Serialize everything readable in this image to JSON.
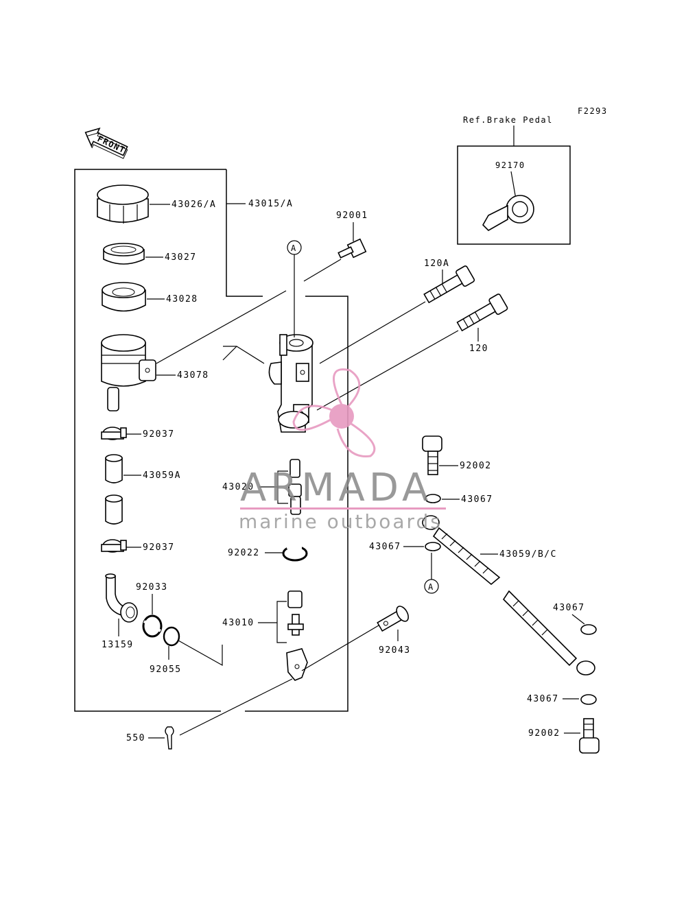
{
  "figure_code": "F2293",
  "front_label": "FRONT",
  "ref_label": "Ref.Brake Pedal",
  "callout_letter": "A",
  "parts": {
    "p43026A": "43026/A",
    "p43015A": "43015/A",
    "p43027": "43027",
    "p43028": "43028",
    "p43078": "43078",
    "p92037a": "92037",
    "p43059A": "43059A",
    "p92037b": "92037",
    "p92033": "92033",
    "p13159": "13159",
    "p92055": "92055",
    "p550": "550",
    "p92001": "92001",
    "p120A": "120A",
    "p120": "120",
    "p43020": "43020",
    "p92022": "92022",
    "p43010": "43010",
    "p92043": "92043",
    "p92170": "92170",
    "p92002a": "92002",
    "p43067a": "43067",
    "p43067b": "43067",
    "p43059BC": "43059/B/C",
    "p43067c": "43067",
    "p43067d": "43067",
    "p92002b": "92002"
  },
  "watermark": {
    "brand": "ARMADA",
    "tagline": "marine outboards",
    "color": "#e79ac0"
  }
}
